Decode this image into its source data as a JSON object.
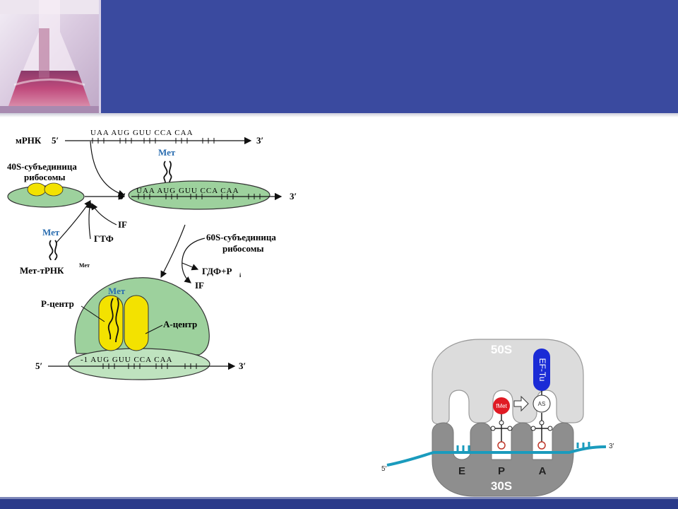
{
  "initiation": {
    "mrna_label": "мРНК",
    "five_prime": "5′",
    "three_prime": "3′",
    "codons": "UAA AUG GUU CCA CAA",
    "codons_shifted": "-1   AUG GUU CCA CAA",
    "met": "Мет",
    "subunit40_line1": "40S-субъединица",
    "subunit40_line2": "рибосомы",
    "if_label": "IF",
    "gtp_label": "ГТФ",
    "met_trna_label": "Мет-тРНК",
    "met_trna_sup": "Мет",
    "subunit60_line1": "60S-субъединица",
    "subunit60_line2": "рибосомы",
    "gdp_label": "ГДФ+P",
    "gdp_sub": "i",
    "if_label2": "IF",
    "p_center": "Р-центр",
    "a_center": "А-центр"
  },
  "ribosome": {
    "large_subunit": "50S",
    "small_subunit": "30S",
    "ef_tu": "EF-Tu",
    "fmet": "fMet",
    "aa": "AS",
    "site_e": "E",
    "site_p": "P",
    "site_a": "A",
    "mrna_5": "5′",
    "mrna_3": "3′"
  }
}
